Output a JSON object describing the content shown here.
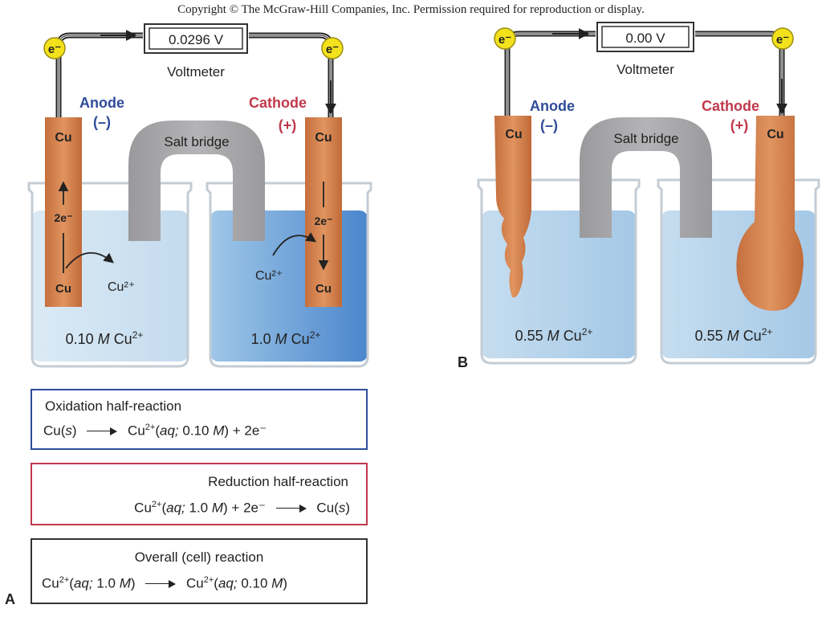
{
  "copyright": "Copyright © The McGraw-Hill Companies, Inc. Permission required for reproduction or display.",
  "colors": {
    "copper": "#d2814f",
    "wire": "#222222",
    "bridge": "#a8a8aa",
    "electron": "#f3e21b",
    "anode_text": "#2e4c9a",
    "cathode_text": "#c0394b"
  },
  "panel_a": {
    "letter": "A",
    "voltmeter": {
      "reading": "0.0296 V",
      "label": "Voltmeter"
    },
    "electron": "e⁻",
    "anode": {
      "label": "Anode",
      "sign": "(–)",
      "electrode": "Cu",
      "flow": "2e⁻",
      "bottom": "Cu",
      "ion": "Cu²⁺"
    },
    "cathode": {
      "label": "Cathode",
      "sign": "(+)",
      "electrode": "Cu",
      "flow": "2e⁻",
      "bottom": "Cu",
      "ion": "Cu²⁺"
    },
    "salt_bridge": "Salt bridge",
    "left_concentration": {
      "value": "0.10",
      "unit": "M",
      "ion": "Cu",
      "charge": "2+"
    },
    "right_concentration": {
      "value": "1.0",
      "unit": "M",
      "ion": "Cu",
      "charge": "2+"
    }
  },
  "panel_b": {
    "letter": "B",
    "voltmeter": {
      "reading": "0.00 V",
      "label": "Voltmeter"
    },
    "electron": "e⁻",
    "anode": {
      "label": "Anode",
      "sign": "(–)",
      "electrode": "Cu"
    },
    "cathode": {
      "label": "Cathode",
      "sign": "(+)",
      "electrode": "Cu"
    },
    "salt_bridge": "Salt bridge",
    "left_concentration": {
      "value": "0.55",
      "unit": "M",
      "ion": "Cu",
      "charge": "2+"
    },
    "right_concentration": {
      "value": "0.55",
      "unit": "M",
      "ion": "Cu",
      "charge": "2+"
    }
  },
  "reactions": {
    "oxidation": {
      "title": "Oxidation half-reaction",
      "lhs_species": "Cu(",
      "lhs_state": "s",
      "lhs_close": ")",
      "rhs_species": "Cu",
      "rhs_charge": "2+",
      "rhs_open": "(",
      "rhs_state": "aq;",
      "rhs_conc": " 0.10 ",
      "rhs_unit": "M",
      "rhs_tail": ") + 2e⁻"
    },
    "reduction": {
      "title": "Reduction half-reaction",
      "lhs_species": "Cu",
      "lhs_charge": "2+",
      "lhs_open": "(",
      "lhs_state": "aq;",
      "lhs_conc": " 1.0 ",
      "lhs_unit": "M",
      "lhs_tail": ") + 2e⁻",
      "rhs_species": "Cu(",
      "rhs_state": "s",
      "rhs_close": ")"
    },
    "overall": {
      "title": "Overall (cell) reaction",
      "lhs_species": "Cu",
      "lhs_charge": "2+",
      "lhs_open": "(",
      "lhs_state": "aq;",
      "lhs_conc": " 1.0 ",
      "lhs_unit": "M",
      "lhs_close": ")",
      "rhs_species": "Cu",
      "rhs_charge": "2+",
      "rhs_open": "(",
      "rhs_state": "aq;",
      "rhs_conc": " 0.10 ",
      "rhs_unit": "M",
      "rhs_close": ")"
    }
  }
}
